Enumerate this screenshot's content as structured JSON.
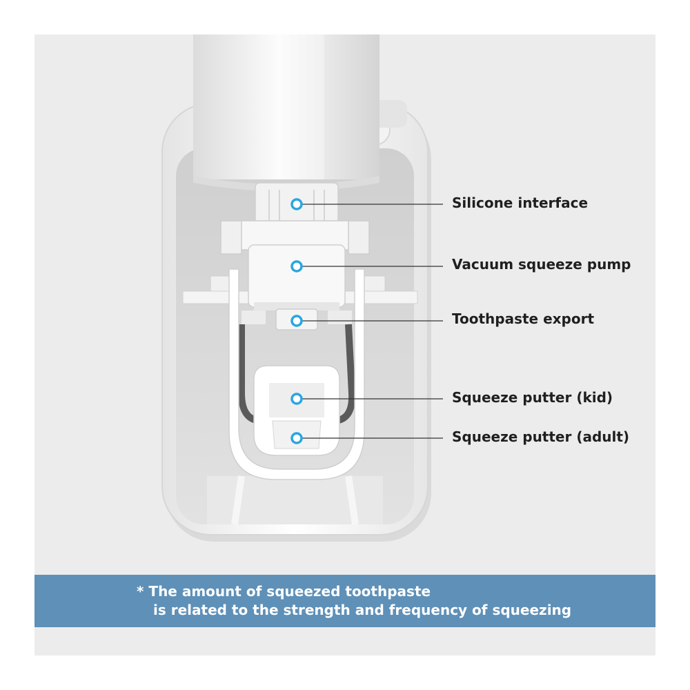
{
  "callouts": [
    {
      "id": "silicone-interface",
      "label": "Silicone interface"
    },
    {
      "id": "vacuum-squeeze-pump",
      "label": "Vacuum squeeze pump"
    },
    {
      "id": "toothpaste-export",
      "label": "Toothpaste export"
    },
    {
      "id": "squeeze-putter-kid",
      "label": "Squeeze putter (kid)"
    },
    {
      "id": "squeeze-putter-adult",
      "label": "Squeeze putter (adult)"
    }
  ],
  "note": {
    "line1": "*  The amount of squeezed toothpaste",
    "line2": "is related to the strength and frequency of squeezing"
  },
  "colors": {
    "background": "#ececec",
    "banner": "#5e90b8",
    "marker": "#29a6e0",
    "leader_line": "#333333",
    "label_text": "#1f1f1f"
  }
}
